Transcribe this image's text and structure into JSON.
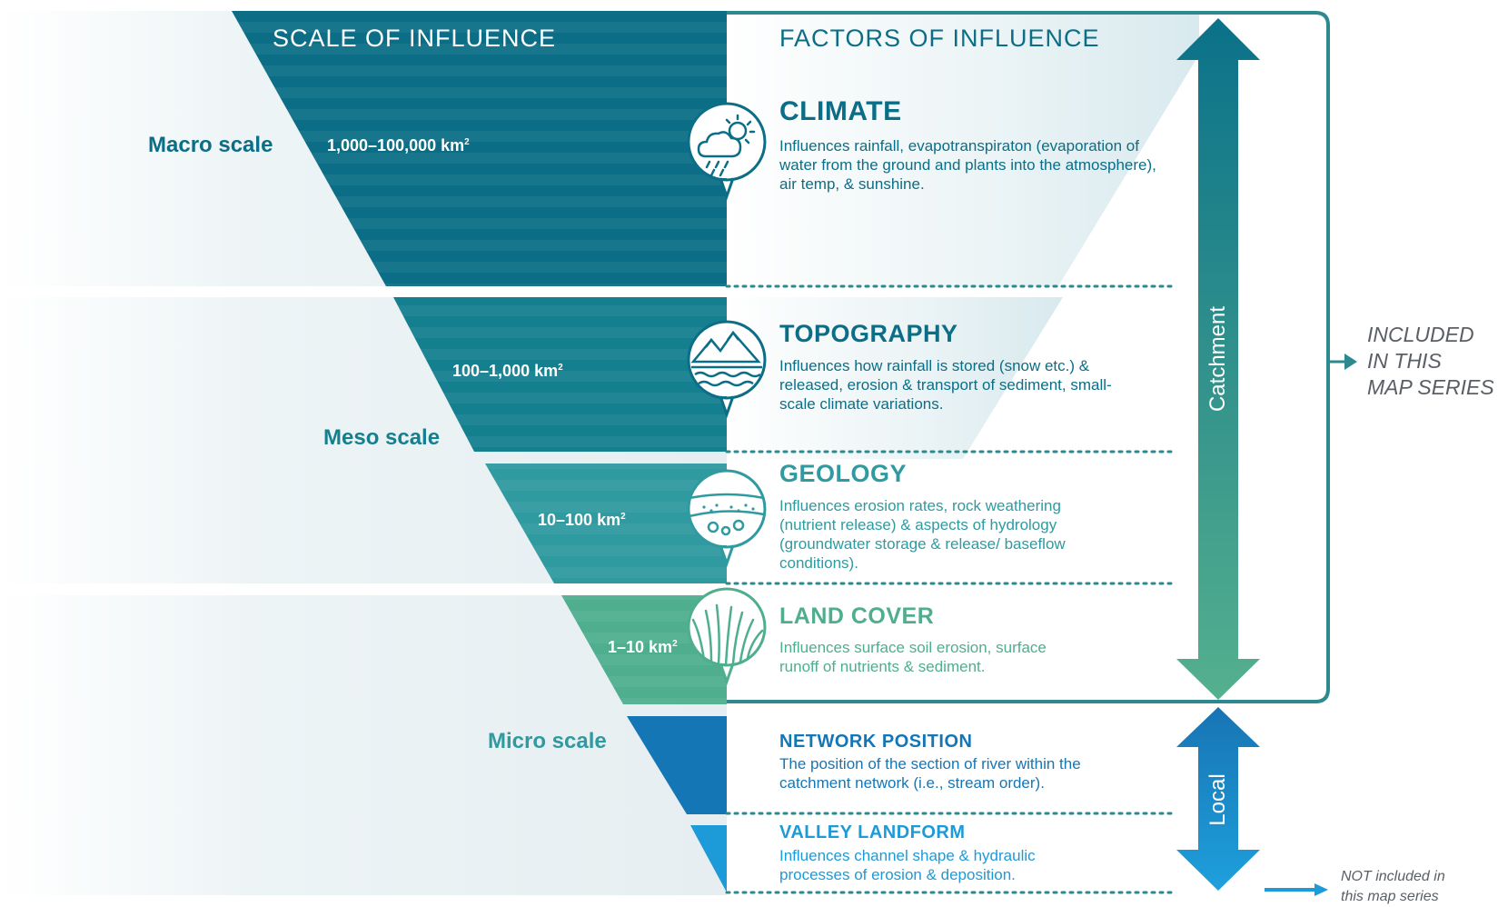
{
  "headers": {
    "scale_of_influence": "SCALE OF INFLUENCE",
    "factors_of_influence": "FACTORS OF INFLUENCE"
  },
  "scales": {
    "macro": "Macro scale",
    "meso": "Meso scale",
    "micro": "Micro scale"
  },
  "areas": [
    {
      "value": "1,000–100,000 km",
      "sup": "2"
    },
    {
      "value": "100–1,000 km",
      "sup": "2"
    },
    {
      "value": "10–100 km",
      "sup": "2"
    },
    {
      "value": "1–10 km",
      "sup": "2"
    }
  ],
  "factors": [
    {
      "title": "CLIMATE",
      "description": "Influences rainfall, evapotranspiraton (evaporation of water from the ground and plants into the atmosphere), air temp, & sunshine.",
      "color": "#0b6e86"
    },
    {
      "title": "TOPOGRAPHY",
      "description": "Influences how rainfall is stored (snow etc.) & released, erosion & transport of sediment, small-scale climate variations.",
      "color": "#0b6e86"
    },
    {
      "title": "GEOLOGY",
      "description": "Influences erosion rates, rock weathering (nutrient release) & aspects of hydrology (groundwater storage & release/ baseflow conditions).",
      "color": "#2f9aa0"
    },
    {
      "title": "LAND COVER",
      "description": "Influences surface soil erosion, surface runoff of nutrients & sediment.",
      "color": "#4fae8e"
    },
    {
      "title": "NETWORK POSITION",
      "description": "The position of the section of river within the catchment network (i.e., stream order).",
      "color": "#1576b6"
    },
    {
      "title": "VALLEY LANDFORM",
      "description": "Influences channel shape & hydraulic processes of erosion & deposition.",
      "color": "#1d9ad8"
    }
  ],
  "arrows": {
    "catchment": "Catchment",
    "local": "Local"
  },
  "notes": {
    "included": [
      "INCLUDED",
      "IN THIS",
      "MAP SERIES"
    ],
    "not_included": [
      "NOT included in",
      "this map series"
    ]
  },
  "icons": [
    "cloud-sun-rain-icon",
    "mountain-water-icon",
    "rock-layers-icon",
    "grass-icon"
  ],
  "colors": {
    "macro": "#0b6e86",
    "meso": "#147f8f",
    "geology": "#2f9aa0",
    "landcover": "#4fae8e",
    "network": "#1576b6",
    "valley": "#1d9ad8",
    "bracket": "#2c8a8e"
  }
}
